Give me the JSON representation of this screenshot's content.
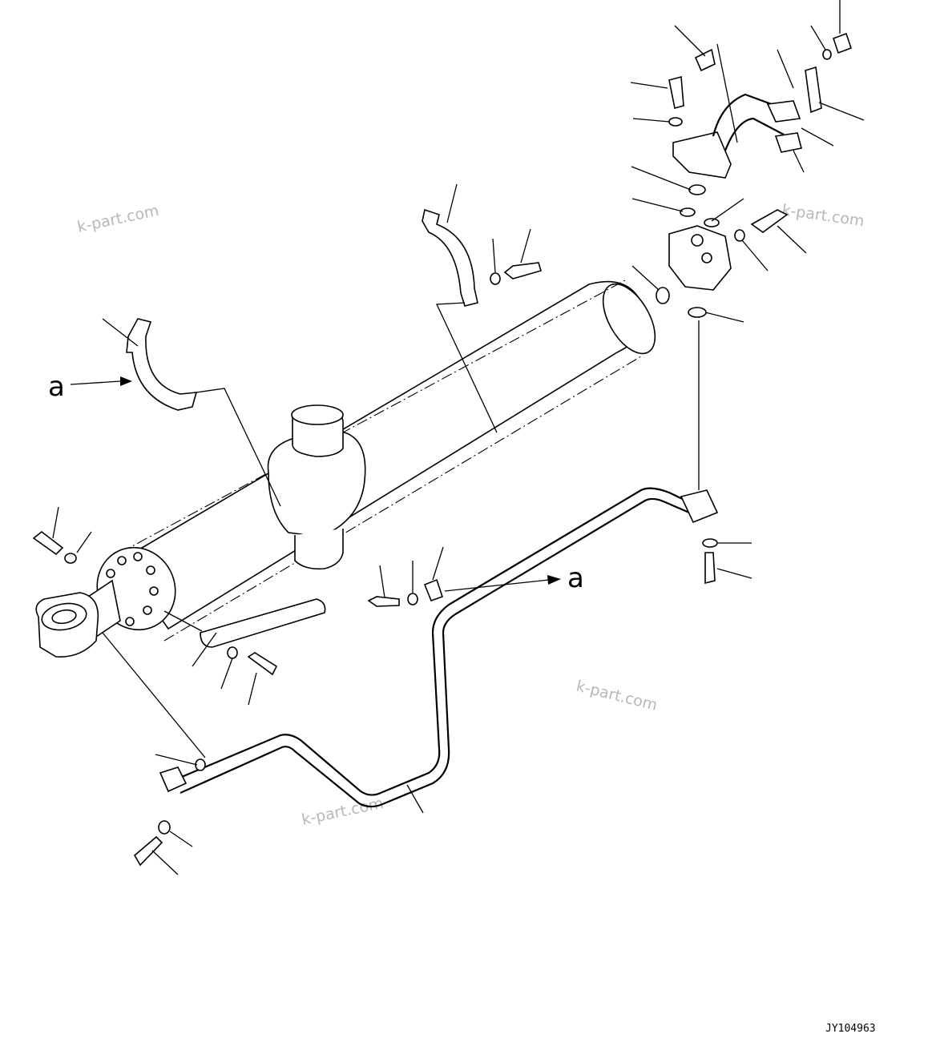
{
  "diagram": {
    "figure_id": "JY104963",
    "watermarks": [
      "k-part.com",
      "k-part.com",
      "k-part.com",
      "k-part.com"
    ],
    "view_markers": [
      "a",
      "a"
    ]
  }
}
